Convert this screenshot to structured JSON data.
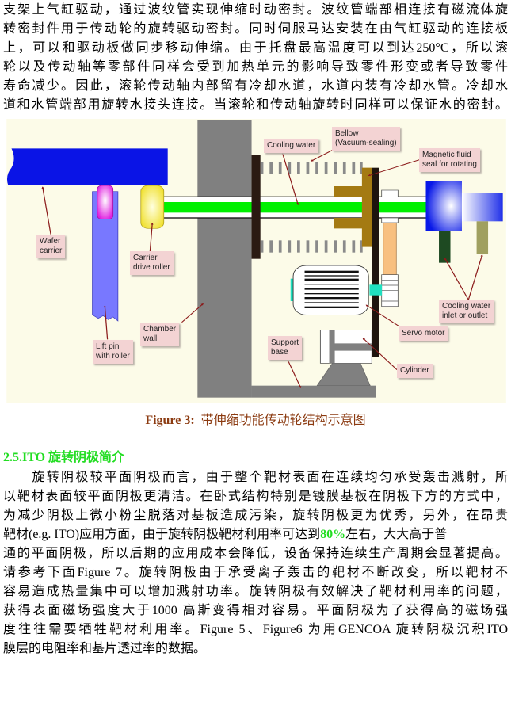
{
  "top_paragraph": [
    "支架上气缸驱动，通过波纹管实现伸缩时动密封。波纹管端部相连接有磁流体旋",
    "转密封件用于传动轮的旋转驱动密封。同时伺服马达安装在由气缸驱动的连接板",
    "上，可以和驱动板做同步移动伸缩。由于托盘最高温度可以到达250°C，所以滚",
    "轮以及传动轴等零部件同样会受到加热单元的影响导致零件形变或者导致零件",
    "寿命减少。因此，滚轮传动轴内部留有冷却水道，水道内装有冷却水管。冷却水",
    "道和水管端部用旋转水接头连接。当滚轮和传动轴旋转时同样可以保证水的密封。"
  ],
  "diagram_labels": {
    "wafer_carrier": [
      "Wafer",
      "carrier"
    ],
    "carrier_drive_roller": [
      "Carrier",
      "drive roller"
    ],
    "chamber_wall": [
      "Chamber",
      "wall"
    ],
    "lift_pin": [
      "Lift pin",
      "with roller"
    ],
    "cooling_water": [
      "Cooling water"
    ],
    "bellow": [
      "Bellow",
      "(Vacuum-sealing)"
    ],
    "magnetic_seal": [
      "Magnetic fluid",
      "seal for rotating"
    ],
    "cooling_inlet": [
      "Cooling water",
      "inlet or outlet"
    ],
    "servo_motor": [
      "Servo motor"
    ],
    "support_base": [
      "Support",
      "base"
    ],
    "cylinder": [
      "Cylinder"
    ]
  },
  "caption": {
    "prefix": "Figure 3:",
    "text": "带伸缩功能传动轮结构示意图"
  },
  "section_heading": "2.5.ITO  旋转阴极简介",
  "body_paragraph": {
    "l1": "　　旋转阴极较平面阴极而言，由于整个靶材表面在连续均匀承受轰击溅射，所",
    "l2": "以靶材表面较平面阴极更清洁。在卧式结构特别是镀膜基板在阴极下方的方式中，",
    "l3": "为减少阴极上微小粉尘脱落对基板造成污染，旋转阴极更为优秀，另外，在昂贵",
    "l4a": "靶材(e.g. ITO)应用方面，由于旋转阴极靶材利用率可达到",
    "l4b": "80%",
    "l4c": "左右，大大高于普",
    "l5": "通的平面阴极，所以后期的应用成本会降低，设备保持连续生产周期会显著提高。",
    "l6": "请参考下面Figure 7。旋转阴极由于承受离子轰击的靶材不断改变，所以靶材不",
    "l7": "容易造成热量集中可以增加溅射功率。旋转阴极有效解决了靶材利用率的问题，",
    "l8": "获得表面磁场强度大于1000  高斯变得相对容易。平面阴极为了获得高的磁场强",
    "l9": "度往往需要牺牲靶材利用率。Figure 5、Figure6  为用GENCOA  旋转阴极沉积ITO",
    "l10": "膜层的电阻率和基片透过率的数据。"
  },
  "colors": {
    "heading": "#22dd22",
    "caption": "#8b3a10",
    "label_bg": "#f3d3d3",
    "arrow": "#8b1a1a"
  }
}
